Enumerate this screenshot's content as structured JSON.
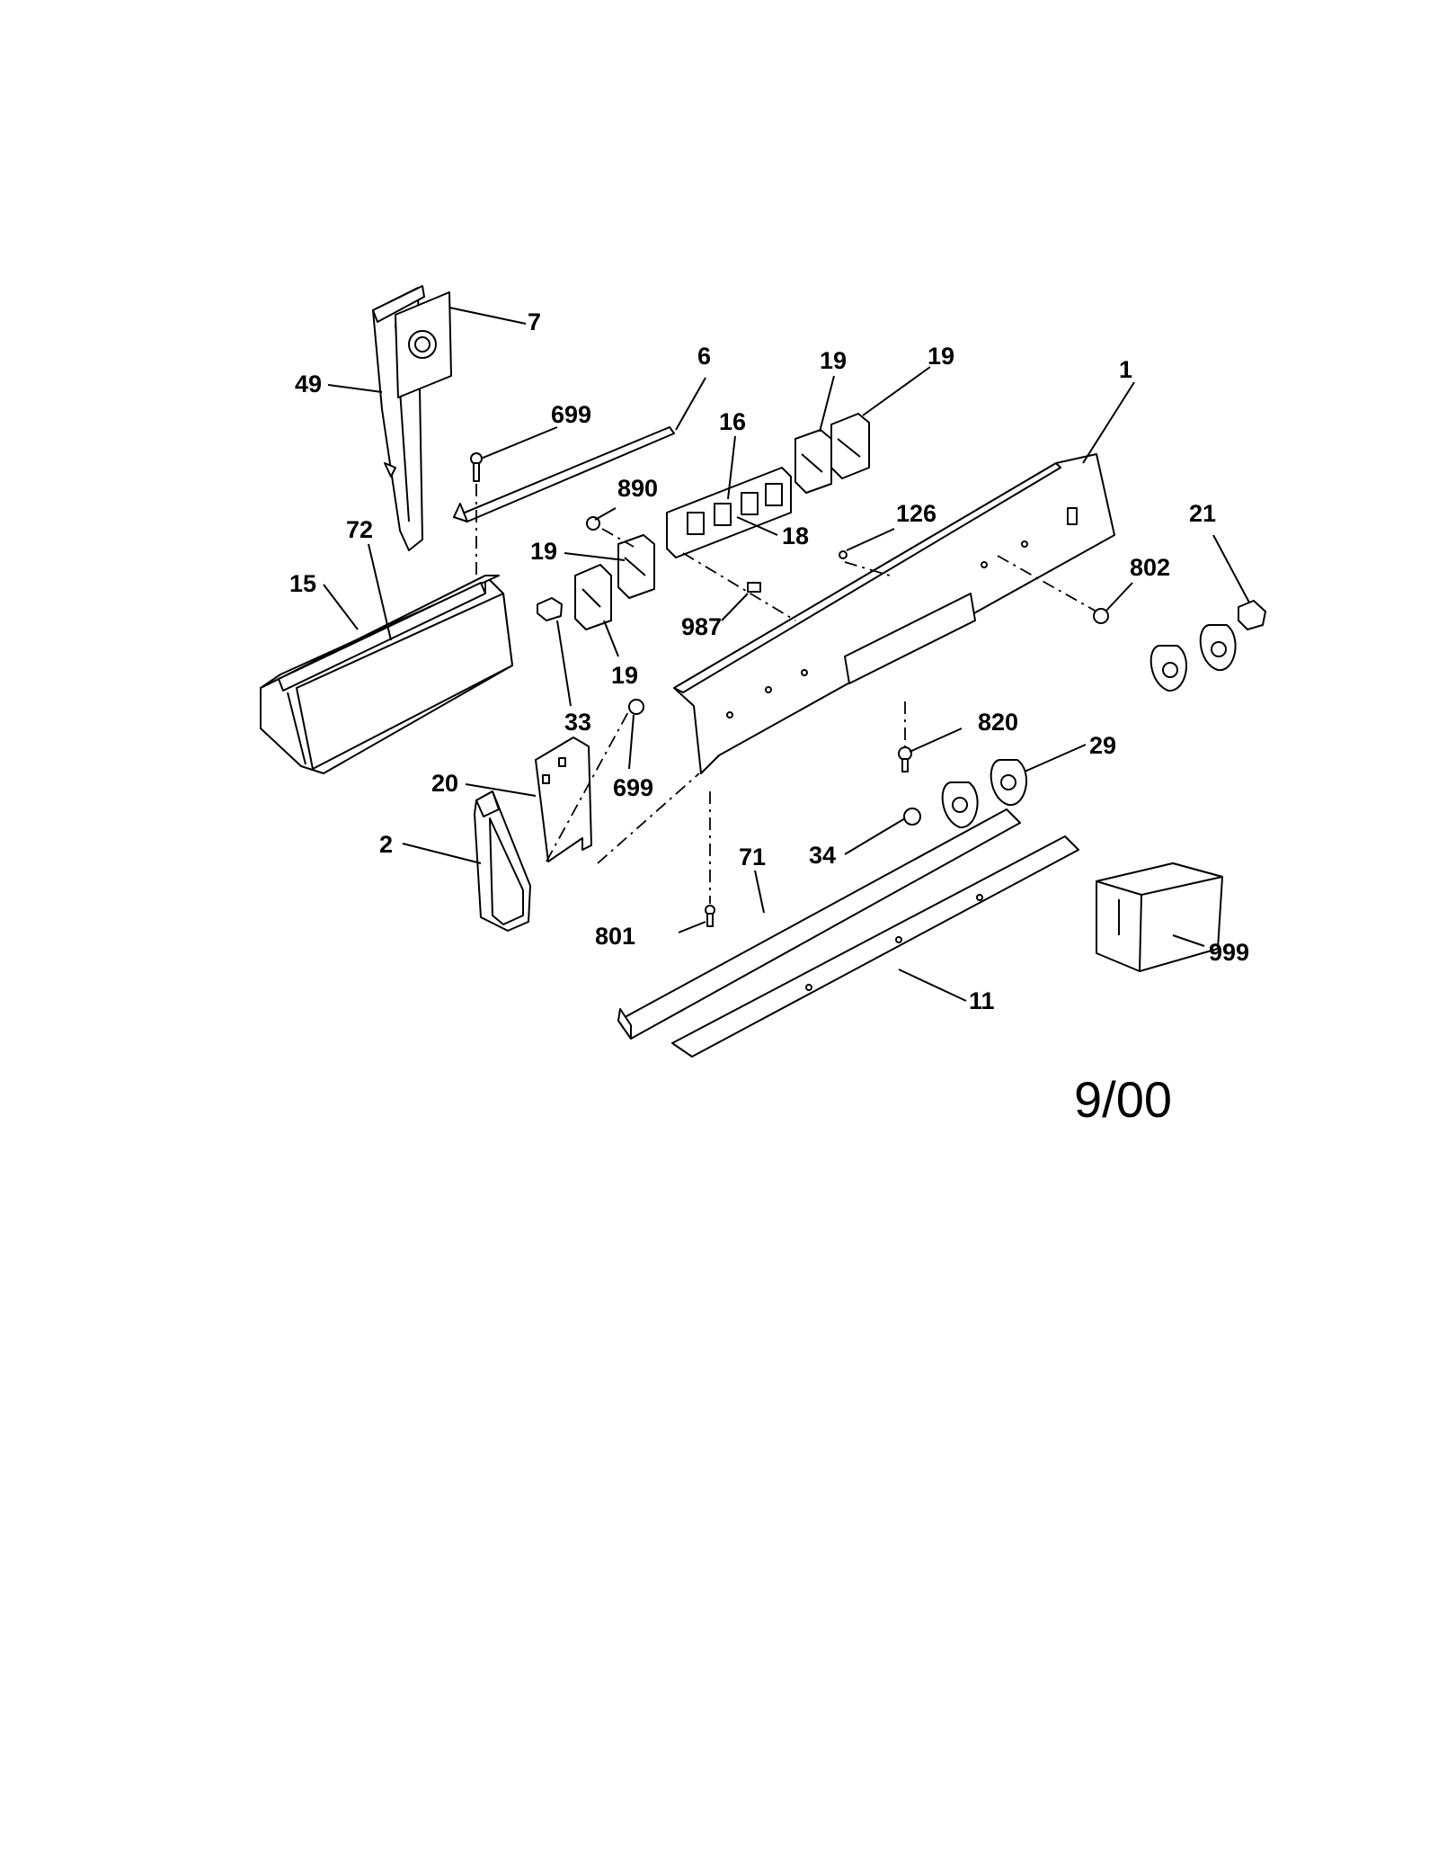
{
  "callouts": {
    "c1": "1",
    "c2": "2",
    "c6": "6",
    "c7": "7",
    "c11": "11",
    "c15": "15",
    "c16": "16",
    "c18": "18",
    "c19a": "19",
    "c19b": "19",
    "c19c": "19",
    "c19d": "19",
    "c20": "20",
    "c21": "21",
    "c29": "29",
    "c33": "33",
    "c34": "34",
    "c49": "49",
    "c71": "71",
    "c72": "72",
    "c126": "126",
    "c699a": "699",
    "c699b": "699",
    "c801": "801",
    "c802": "802",
    "c820": "820",
    "c890": "890",
    "c987": "987",
    "c999": "999"
  },
  "date_label": "9/00"
}
